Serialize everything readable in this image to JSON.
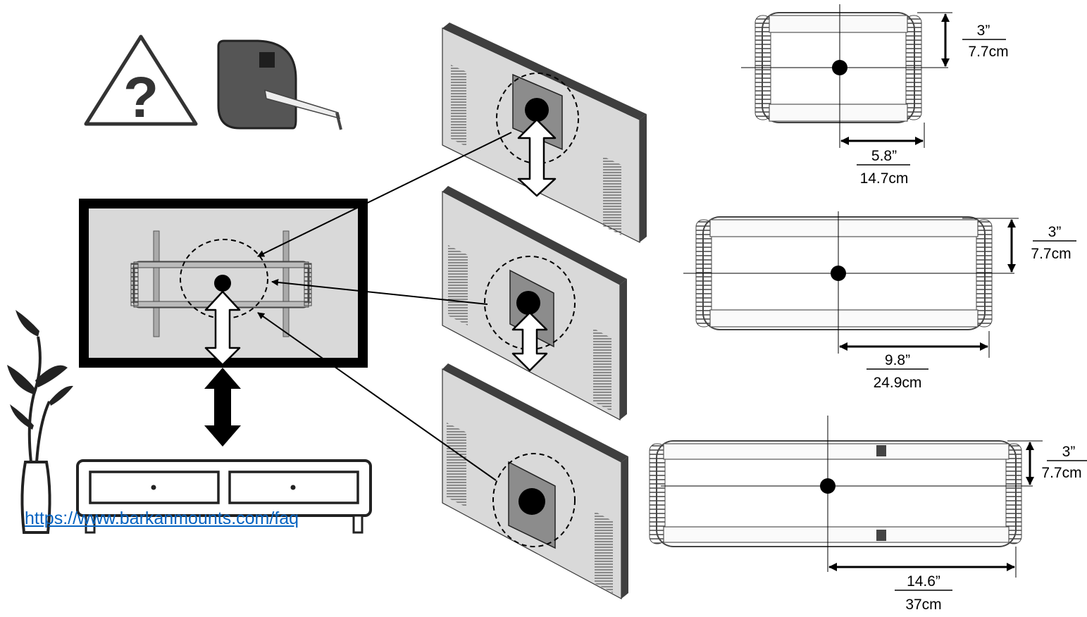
{
  "faq_url": "https://www.barkanmounts.com/faq",
  "colors": {
    "link": "#0563c1",
    "panel": "#d9d9d9",
    "wall_edge": "#3f3f3f",
    "plate": "#8c8c8c",
    "ink": "#000000"
  },
  "icons": [
    "warning-question-icon",
    "tape-measure-icon",
    "plant-icon",
    "tv-stand-icon"
  ],
  "mounts": [
    {
      "size": "small",
      "height_in": "3”",
      "height_cm": "7.7cm",
      "width_in": "5.8”",
      "width_cm": "14.7cm"
    },
    {
      "size": "medium",
      "height_in": "3”",
      "height_cm": "7.7cm",
      "width_in": "9.8”",
      "width_cm": "24.9cm"
    },
    {
      "size": "large",
      "height_in": "3”",
      "height_cm": "7.7cm",
      "width_in": "14.6”",
      "width_cm": "37cm"
    }
  ]
}
